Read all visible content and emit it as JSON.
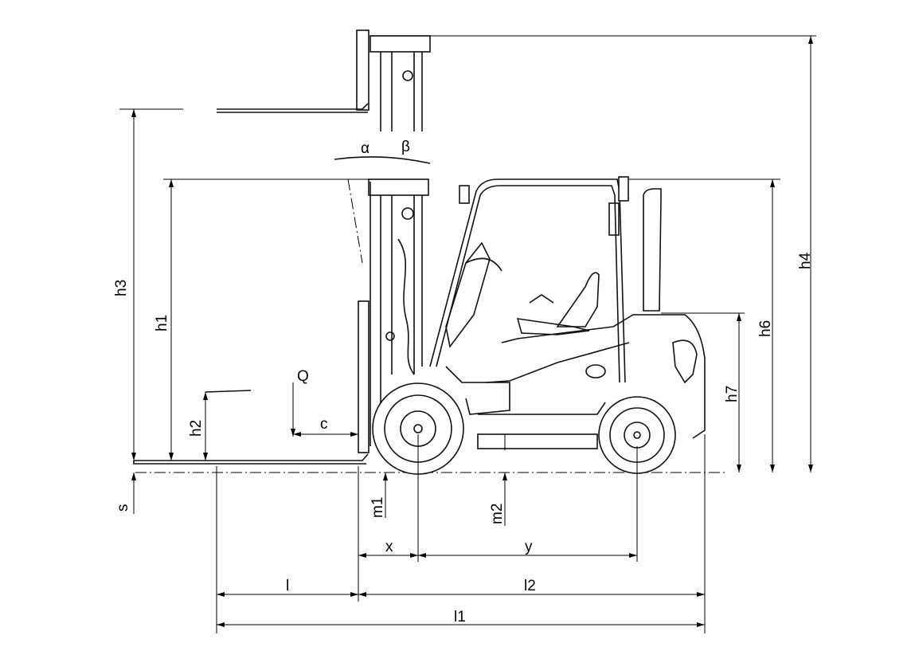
{
  "labels": {
    "alpha": "α",
    "beta": "β",
    "h1": "h1",
    "h2": "h2",
    "h3": "h3",
    "h4": "h4",
    "h6": "h6",
    "h7": "h7",
    "Q": "Q",
    "c": "c",
    "s": "s",
    "m1": "m1",
    "m2": "m2",
    "x": "x",
    "y": "y",
    "l": "l",
    "l1": "l1",
    "l2": "l2"
  }
}
